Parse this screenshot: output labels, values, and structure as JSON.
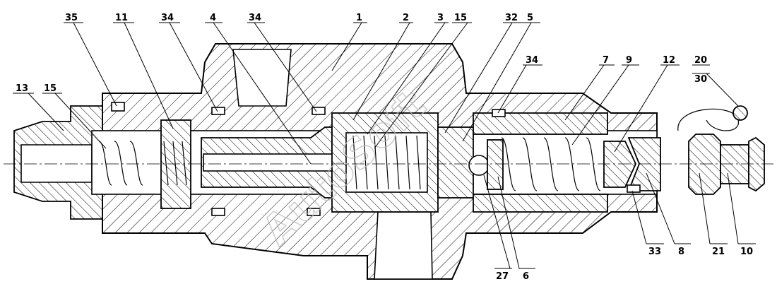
{
  "watermark": "AutoSoft",
  "callouts": {
    "c35": "35",
    "c11": "11",
    "c34a": "34",
    "c4": "4",
    "c34b": "34",
    "c1": "1",
    "c2": "2",
    "c3": "3",
    "c15a": "15",
    "c32": "32",
    "c5": "5",
    "c34c": "34",
    "c7": "7",
    "c9": "9",
    "c12": "12",
    "c20": "20",
    "c30": "30",
    "c13": "13",
    "c15b": "15",
    "c33": "33",
    "c8": "8",
    "c21": "21",
    "c10": "10",
    "c27": "27",
    "c6": "6"
  }
}
